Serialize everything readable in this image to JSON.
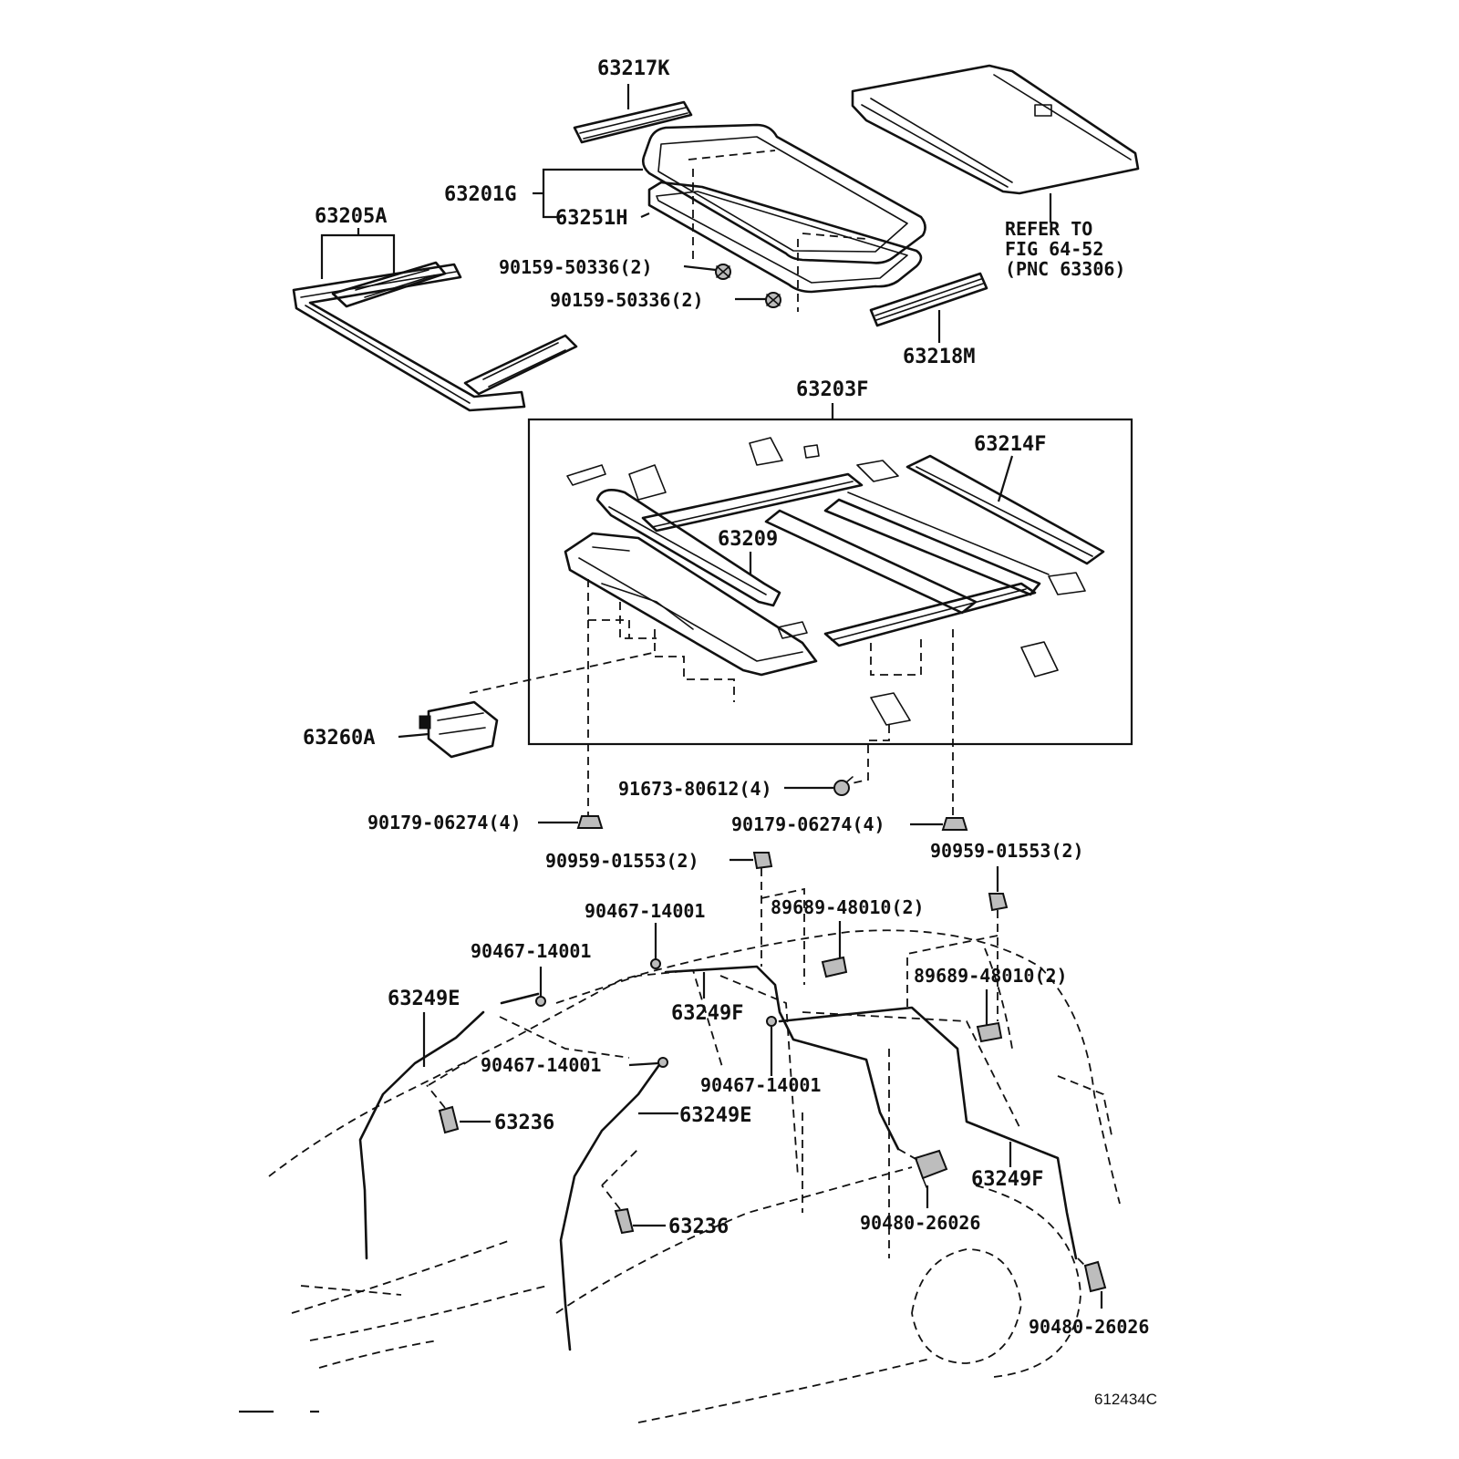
{
  "labels": {
    "p63217k": "63217K",
    "p63201g": "63201G",
    "p63251h": "63251H",
    "p63205a": "63205A",
    "p90159_a": "90159-50336(2)",
    "p90159_b": "90159-50336(2)",
    "p63218m": "63218M",
    "p63203f": "63203F",
    "p63214f": "63214F",
    "p63209": "63209",
    "p63260a": "63260A",
    "p91673": "91673-80612(4)",
    "p90179_a": "90179-06274(4)",
    "p90179_b": "90179-06274(4)",
    "p90959_a": "90959-01553(2)",
    "p90959_b": "90959-01553(2)",
    "p90467_a": "90467-14001",
    "p90467_b": "90467-14001",
    "p90467_c": "90467-14001",
    "p90467_d": "90467-14001",
    "p89689_a": "89689-48010(2)",
    "p89689_b": "89689-48010(2)",
    "p63249e_a": "63249E",
    "p63249e_b": "63249E",
    "p63249f_a": "63249F",
    "p63249f_b": "63249F",
    "p63236_a": "63236",
    "p63236_b": "63236",
    "p90480_a": "90480-26026",
    "p90480_b": "90480-26026"
  },
  "refer": {
    "line1": "REFER TO",
    "line2": "FIG 64-52",
    "line3": "(PNC 63306)"
  },
  "figure_code": "612434C"
}
